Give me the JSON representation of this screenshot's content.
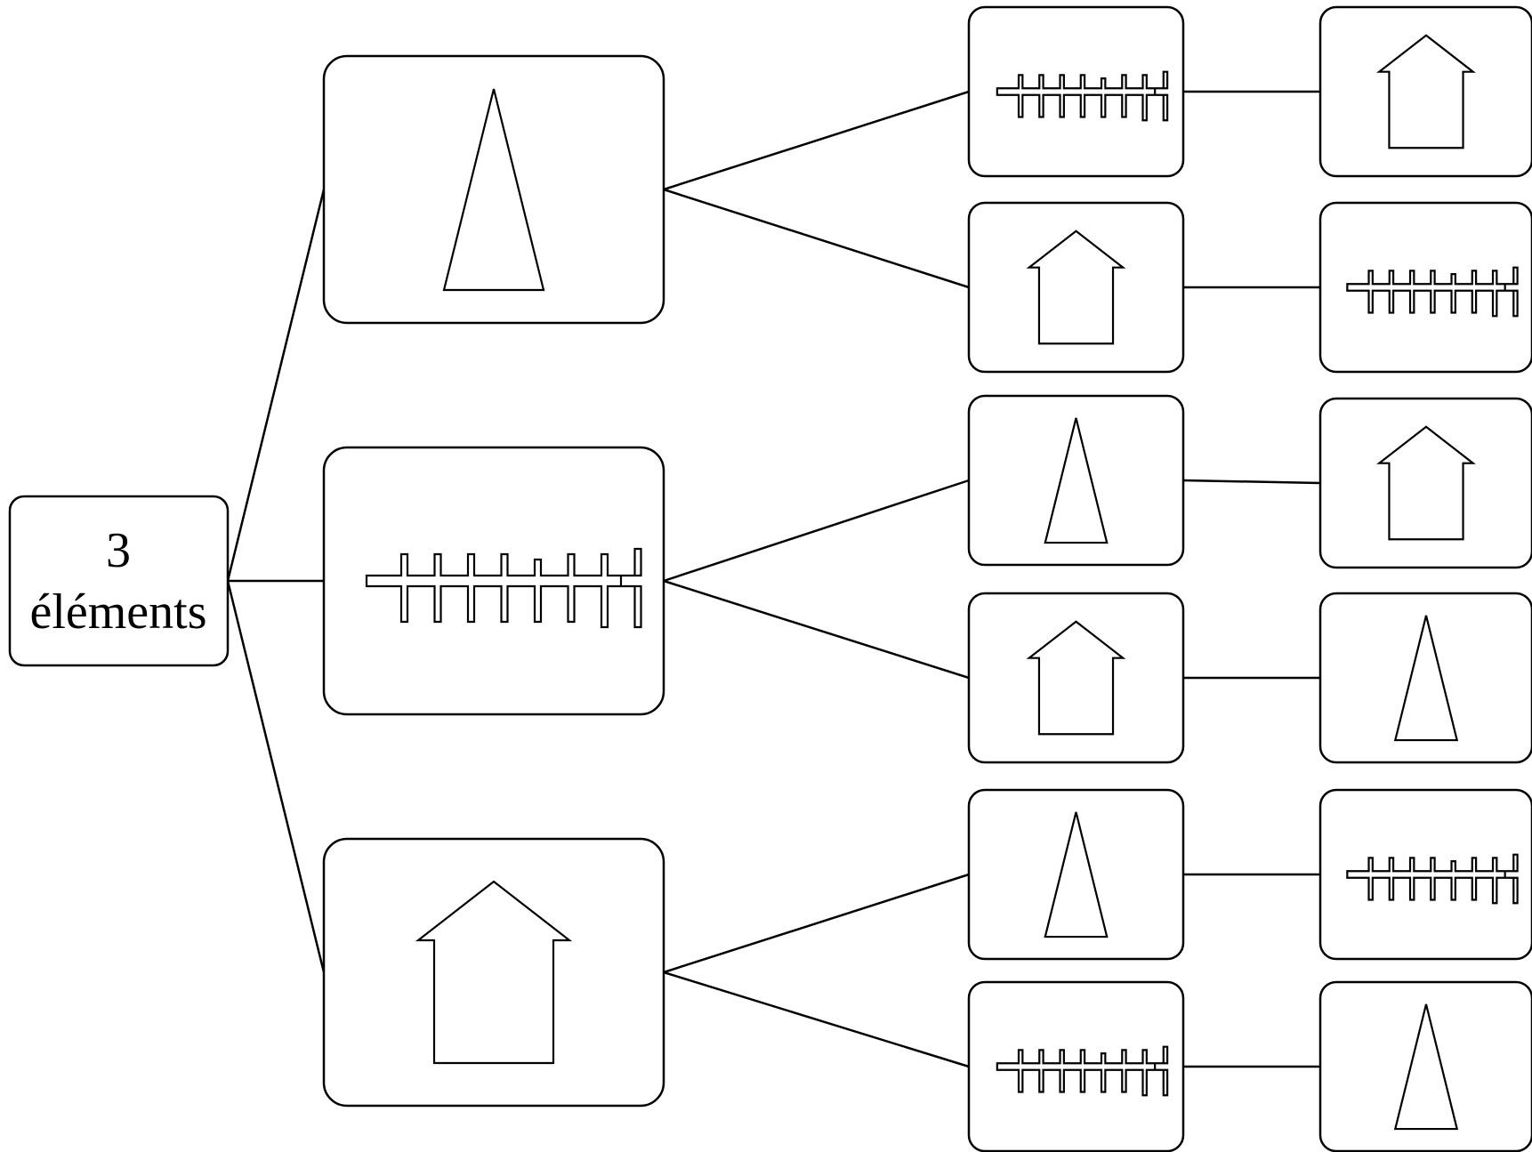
{
  "title": "",
  "root": {
    "line1": "3",
    "line2": "éléments"
  },
  "icon_names": {
    "spike": "tall-triangle-icon",
    "fence": "fence-icon",
    "house": "house-icon"
  },
  "tree": [
    {
      "icon": "spike",
      "children": [
        [
          "fence",
          "house"
        ],
        [
          "house",
          "fence"
        ]
      ]
    },
    {
      "icon": "fence",
      "children": [
        [
          "spike",
          "house"
        ],
        [
          "house",
          "spike"
        ]
      ]
    },
    {
      "icon": "house",
      "children": [
        [
          "spike",
          "fence"
        ],
        [
          "fence",
          "spike"
        ]
      ]
    }
  ]
}
